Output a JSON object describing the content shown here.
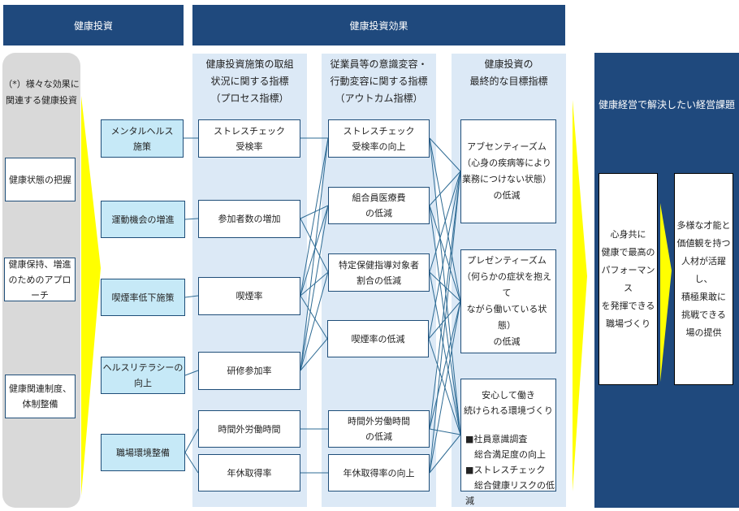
{
  "headers": {
    "investment": "健康投資",
    "effects": "健康投資効果",
    "management": "健康経営で解決したい経営課題"
  },
  "left_panel": {
    "title": "（*）様々な効果に\n関連する健康投資",
    "items": [
      "健康状態の把握",
      "健康保持、増進\nのためのアプローチ",
      "健康関連制度、\n体制整備"
    ]
  },
  "measures": [
    "メンタルヘルス\n施策",
    "運動機会の増進",
    "喫煙率低下施策",
    "ヘルスリテラシーの\n向上",
    "職場環境整備"
  ],
  "process_column": {
    "title": "健康投資施策の取組\n状況に関する指標\n（プロセス指標）",
    "items": [
      "ストレスチェック\n受検率",
      "参加者数の増加",
      "喫煙率",
      "研修参加率",
      "時間外労働時間",
      "年休取得率"
    ]
  },
  "outcome_column": {
    "title": "従業員等の意識変容・\n行動変容に関する指標\n（アウトカム指標）",
    "items": [
      "ストレスチェック\n受検率の向上",
      "組合員医療費\nの低減",
      "特定保健指導対象者\n割合の低減",
      "喫煙率の低減",
      "時間外労働時間\nの低減",
      "年休取得率の向上"
    ]
  },
  "final_column": {
    "title": "健康投資の\n最終的な目標指標",
    "items": [
      "アブセンティーズム\n（心身の疾病等により\n業務につけない状態）\nの低減",
      "プレゼンティーズム\n（何らかの症状を抱えて\nながら働いている状態）\nの低減"
    ],
    "environment": {
      "title": "安心して働き\n続けられる環境づくり",
      "bullets": [
        "■社員意識調査\n　総合満足度の向上",
        "■ストレスチェック\n　総合健康リスクの低減"
      ]
    }
  },
  "management_panel": {
    "goal1": "心身共に\n健康で最高の\nパフォーマンス\nを発揮できる\n職場づくり",
    "goal2": "多様な才能と\n価値観を持つ\n人材が活躍し、\n積極果敢に\n挑戦できる\n場の提供"
  },
  "colors": {
    "navy": "#1f497d",
    "light_blue_bg": "#dce9f6",
    "measure_box": "#c6e9f7",
    "arrow_yellow": "#ffff00",
    "line": "#2e6b94"
  },
  "connections": {
    "measure_to_process": [
      [
        0,
        0
      ],
      [
        1,
        1
      ],
      [
        2,
        2
      ],
      [
        3,
        3
      ],
      [
        4,
        4
      ],
      [
        4,
        5
      ]
    ],
    "process_to_outcome": [
      [
        0,
        0
      ],
      [
        1,
        1
      ],
      [
        1,
        2
      ],
      [
        2,
        0
      ],
      [
        2,
        1
      ],
      [
        2,
        2
      ],
      [
        2,
        3
      ],
      [
        3,
        0
      ],
      [
        3,
        1
      ],
      [
        3,
        2
      ],
      [
        3,
        3
      ],
      [
        4,
        4
      ],
      [
        5,
        5
      ]
    ],
    "outcome_to_final": [
      [
        0,
        0
      ],
      [
        0,
        1
      ],
      [
        0,
        2
      ],
      [
        1,
        0
      ],
      [
        1,
        1
      ],
      [
        1,
        2
      ],
      [
        2,
        0
      ],
      [
        2,
        1
      ],
      [
        2,
        2
      ],
      [
        3,
        0
      ],
      [
        3,
        1
      ],
      [
        3,
        2
      ],
      [
        4,
        0
      ],
      [
        4,
        1
      ],
      [
        4,
        2
      ],
      [
        5,
        0
      ],
      [
        5,
        1
      ],
      [
        5,
        2
      ]
    ]
  }
}
